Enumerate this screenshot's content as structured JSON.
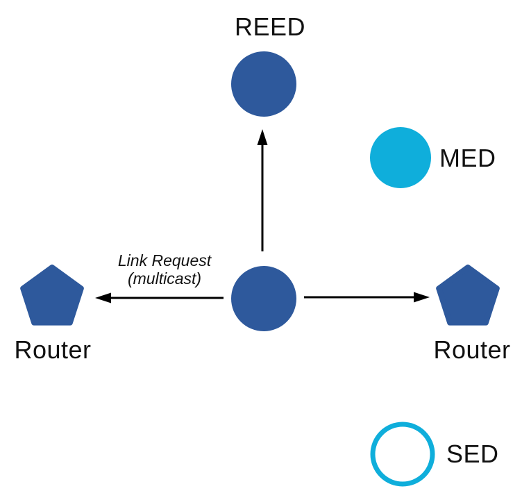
{
  "diagram": {
    "kind": "thread-network-topology-diagram",
    "nodes": {
      "reed": {
        "label": "REED",
        "shape": "filled-circle"
      },
      "med": {
        "label": "MED",
        "shape": "filled-circle"
      },
      "router_left": {
        "label": "Router",
        "shape": "filled-pentagon"
      },
      "router_right": {
        "label": "Router",
        "shape": "filled-pentagon"
      },
      "sed": {
        "label": "SED",
        "shape": "outlined-circle"
      },
      "center": {
        "label": "",
        "shape": "filled-circle"
      }
    },
    "annotation": {
      "line1": "Link Request",
      "line2": "(multicast)"
    },
    "colors": {
      "node_blue": "#2E599C",
      "end_device_cyan": "#0FAEDB",
      "arrow": "#000000",
      "text": "#111111",
      "background": "#FFFFFF"
    }
  }
}
